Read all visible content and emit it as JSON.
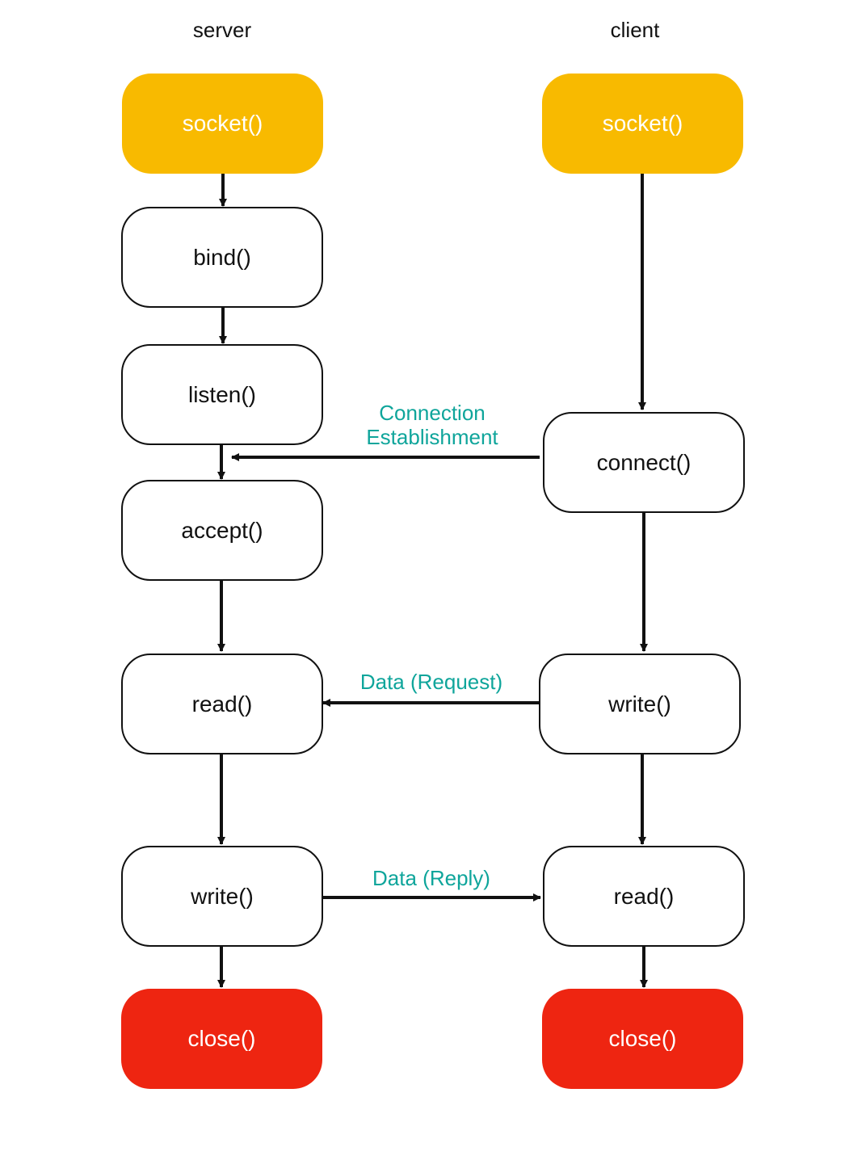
{
  "colors": {
    "start": "#F8BA00",
    "end": "#EE2511",
    "teal": "#0FA59B",
    "line": "#111111"
  },
  "columns": {
    "server": "server",
    "client": "client"
  },
  "server_nodes": {
    "socket": "socket()",
    "bind": "bind()",
    "listen": "listen()",
    "accept": "accept()",
    "read": "read()",
    "write": "write()",
    "close": "close()"
  },
  "client_nodes": {
    "socket": "socket()",
    "connect": "connect()",
    "write": "write()",
    "read": "read()",
    "close": "close()"
  },
  "edge_labels": {
    "connection_line1": "Connection",
    "connection_line2": "Establishment",
    "request": "Data (Request)",
    "reply": "Data (Reply)"
  }
}
